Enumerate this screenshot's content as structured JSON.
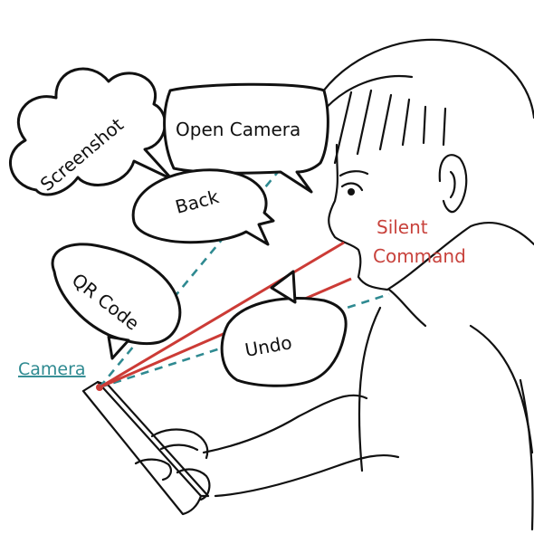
{
  "labels": {
    "screenshot": "Screenshot",
    "open_camera": "Open Camera",
    "back": "Back",
    "qr_code": "QR Code",
    "undo": "Undo",
    "silent_line1": "Silent",
    "silent_line2": "Command",
    "camera": "Camera"
  },
  "colors": {
    "silent_command": "#c8423c",
    "camera_link": "#2f8a91",
    "outline": "#111111"
  }
}
